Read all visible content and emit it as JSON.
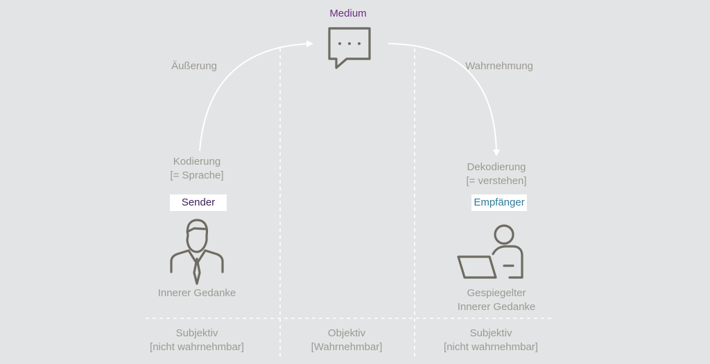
{
  "medium": {
    "title": "Medium"
  },
  "arcs": {
    "left_label": "Äußerung",
    "right_label": "Wahrnehmung"
  },
  "sender": {
    "coding_line1": "Kodierung",
    "coding_line2": "[= Sprache]",
    "label": "Sender",
    "thought": "Innerer Gedanke"
  },
  "receiver": {
    "coding_line1": "Dekodierung",
    "coding_line2": "[= verstehen]",
    "label": "Empfänger",
    "thought_line1": "Gespiegelter",
    "thought_line2": "Innerer Gedanke"
  },
  "bottom": {
    "left_line1": "Subjektiv",
    "left_line2": "[nicht wahrnehmbar]",
    "center_line1": "Objektiv",
    "center_line2": "[Wahrnehmbar]",
    "right_line1": "Subjektiv",
    "right_line2": "[nicht wahrnehmbar]"
  },
  "colors": {
    "background": "#e3e4e5",
    "text": "#9b9992",
    "icon": "#6e6b62",
    "medium_title": "#6b2f86",
    "sender_label": "#3b1f56",
    "receiver_label": "#2d7a99",
    "arrows": "#ffffff"
  },
  "icons": {
    "medium": "chat-bubble-icon",
    "sender": "businessman-icon",
    "receiver": "person-laptop-icon"
  }
}
